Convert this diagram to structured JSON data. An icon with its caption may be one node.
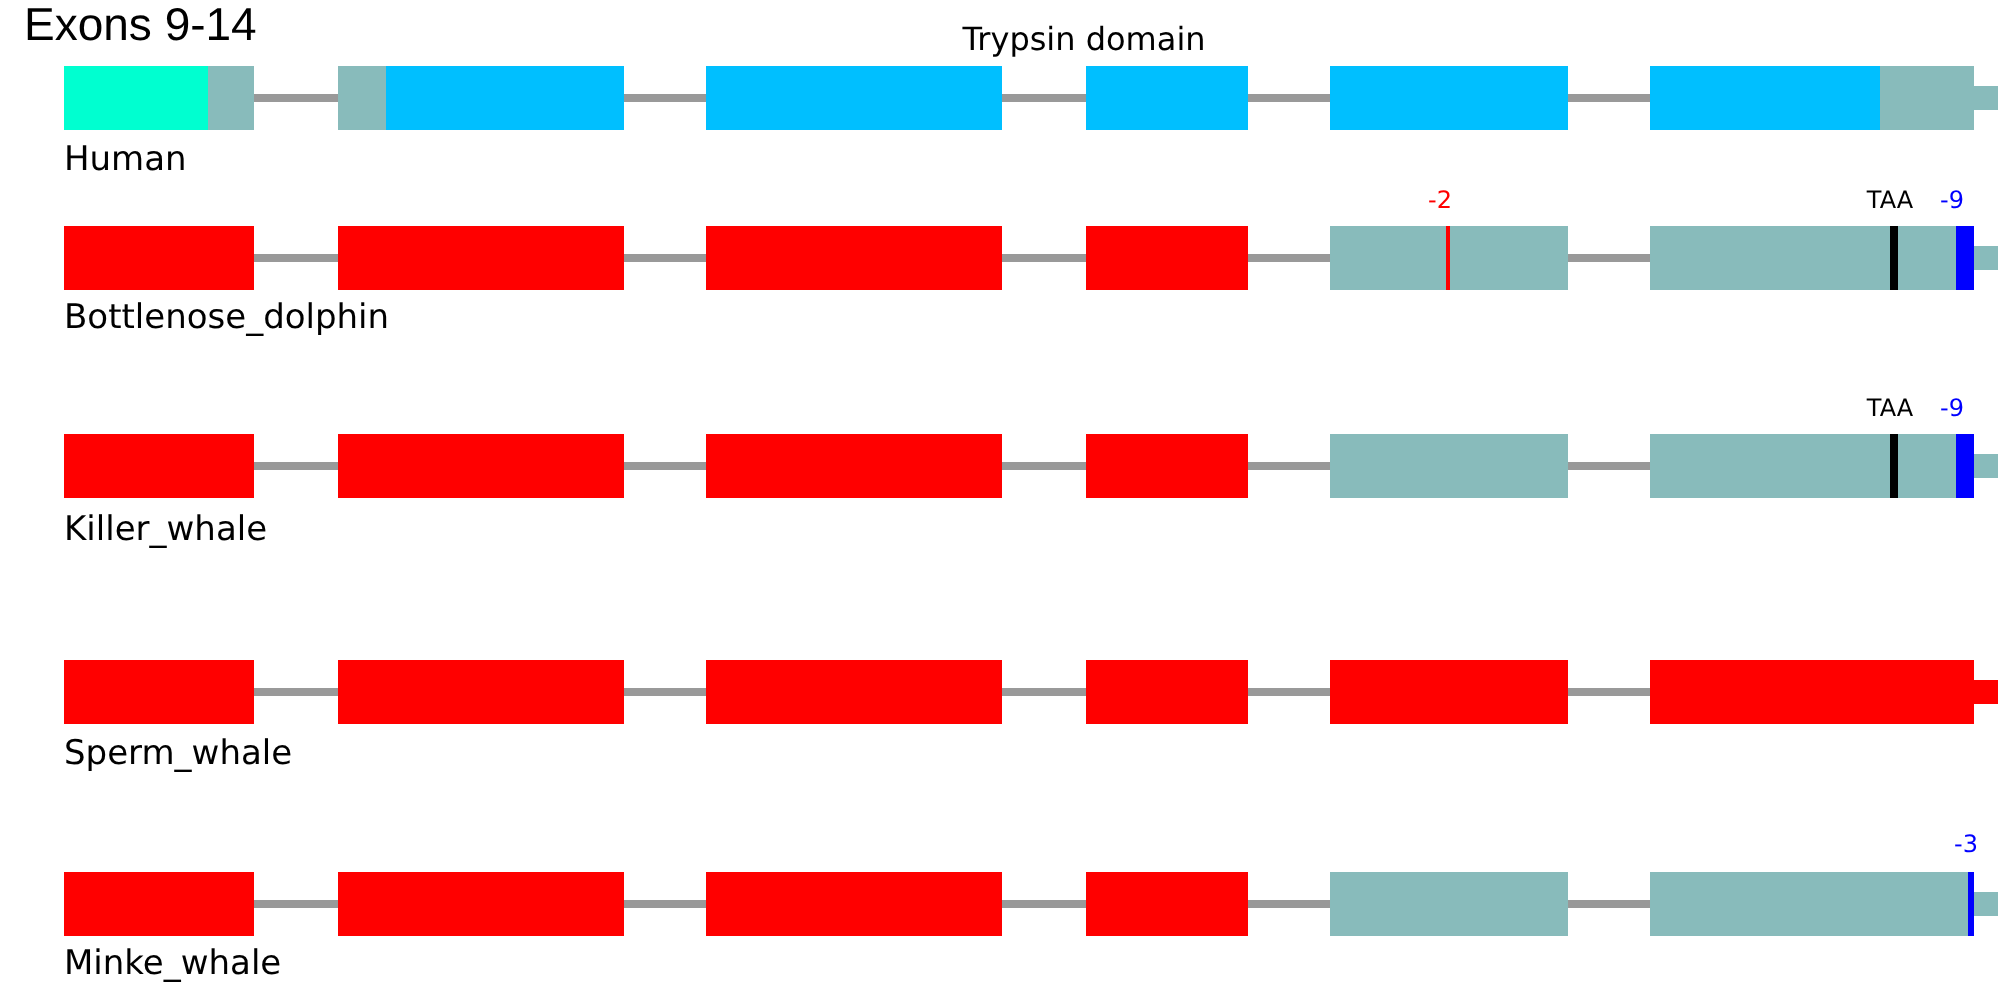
{
  "diagram": {
    "title": "Exons 9-14",
    "nodes": [
      {
        "text": [],
        "shape": "bar"
      },
      {
        "text": [],
        "shape": "bar"
      },
      {
        "text": [],
        "shape": "bar"
      },
      {
        "text": [],
        "shape": "bar"
      },
      {
        "text": [],
        "shape": "bar"
      },
      {
        "text": [],
        "shape": "bar"
      },
      {
        "text": [],
        "shape": "bar"
      },
      {
        "text": [],
        "shape": "bar"
      },
      {
        "text": [],
        "shape": "bar"
      },
      {
        "text": [],
        "shape": "bar"
      },
      {
        "text": [],
        "shape": "bar"
      },
      {
        "text": [],
        "shape": "bar"
      },
      {
        "text": [],
        "shape": "bar"
      },
      {
        "text": [],
        "shape": "bar"
      },
      {
        "text": [],
        "shape": "bar"
      },
      {
        "text": [],
        "shape": "bar"
      },
      {
        "text": [],
        "shape": "bar"
      },
      {
        "text": [],
        "shape": "bar"
      },
      {
        "text": [],
        "shape": "bar"
      },
      {
        "text": [],
        "shape": "bar"
      },
      {
        "text": [],
        "shape": "bar"
      },
      {
        "text": [],
        "shape": "bar"
      },
      {
        "text": [],
        "shape": "bar"
      },
      {
        "text": [],
        "shape": "bar"
      },
      {
        "text": [],
        "shape": "bar"
      },
      {
        "text": [],
        "shape": "bar"
      },
      {
        "text": [],
        "shape": "bar"
      },
      {
        "text": [],
        "shape": "bar"
      },
      {
        "text": [],
        "shape": "bar"
      },
      {
        "text": [],
        "shape": "bar"
      }
    ],
    "edges": [
      {
        "from": 0,
        "to": 1,
        "arrow": "none"
      },
      {
        "from": 1,
        "to": 2,
        "arrow": "none"
      },
      {
        "from": 2,
        "to": 3,
        "arrow": "none"
      },
      {
        "from": 3,
        "to": 4,
        "arrow": "none"
      },
      {
        "from": 4,
        "to": 5,
        "arrow": "none"
      },
      {
        "from": 6,
        "to": 7,
        "arrow": "none"
      },
      {
        "from": 7,
        "to": 8,
        "arrow": "none"
      },
      {
        "from": 8,
        "to": 9,
        "arrow": "none"
      },
      {
        "from": 9,
        "to": 10,
        "arrow": "none"
      },
      {
        "from": 10,
        "to": 11,
        "arrow": "none"
      },
      {
        "from": 12,
        "to": 13,
        "arrow": "none"
      },
      {
        "from": 13,
        "to": 14,
        "arrow": "none"
      },
      {
        "from": 14,
        "to": 15,
        "arrow": "none"
      },
      {
        "from": 15,
        "to": 16,
        "arrow": "none"
      },
      {
        "from": 16,
        "to": 17,
        "arrow": "none"
      },
      {
        "from": 18,
        "to": 19,
        "arrow": "none"
      },
      {
        "from": 19,
        "to": 20,
        "arrow": "none"
      },
      {
        "from": 20,
        "to": 21,
        "arrow": "none"
      },
      {
        "from": 21,
        "to": 22,
        "arrow": "none"
      },
      {
        "from": 22,
        "to": 23,
        "arrow": "none"
      },
      {
        "from": 24,
        "to": 25,
        "arrow": "none"
      },
      {
        "from": 25,
        "to": 26,
        "arrow": "none"
      },
      {
        "from": 26,
        "to": 27,
        "arrow": "none"
      },
      {
        "from": 27,
        "to": 28,
        "arrow": "none"
      },
      {
        "from": 28,
        "to": 29,
        "arrow": "none"
      }
    ],
    "labels": [
      "Trypsin domain",
      "Human",
      "-2",
      "TAA",
      "-9",
      "Bottlenose_dolphin",
      "TAA",
      "-9",
      "Killer_whale",
      "Sperm_whale",
      "-3",
      "Minke_whale"
    ]
  }
}
